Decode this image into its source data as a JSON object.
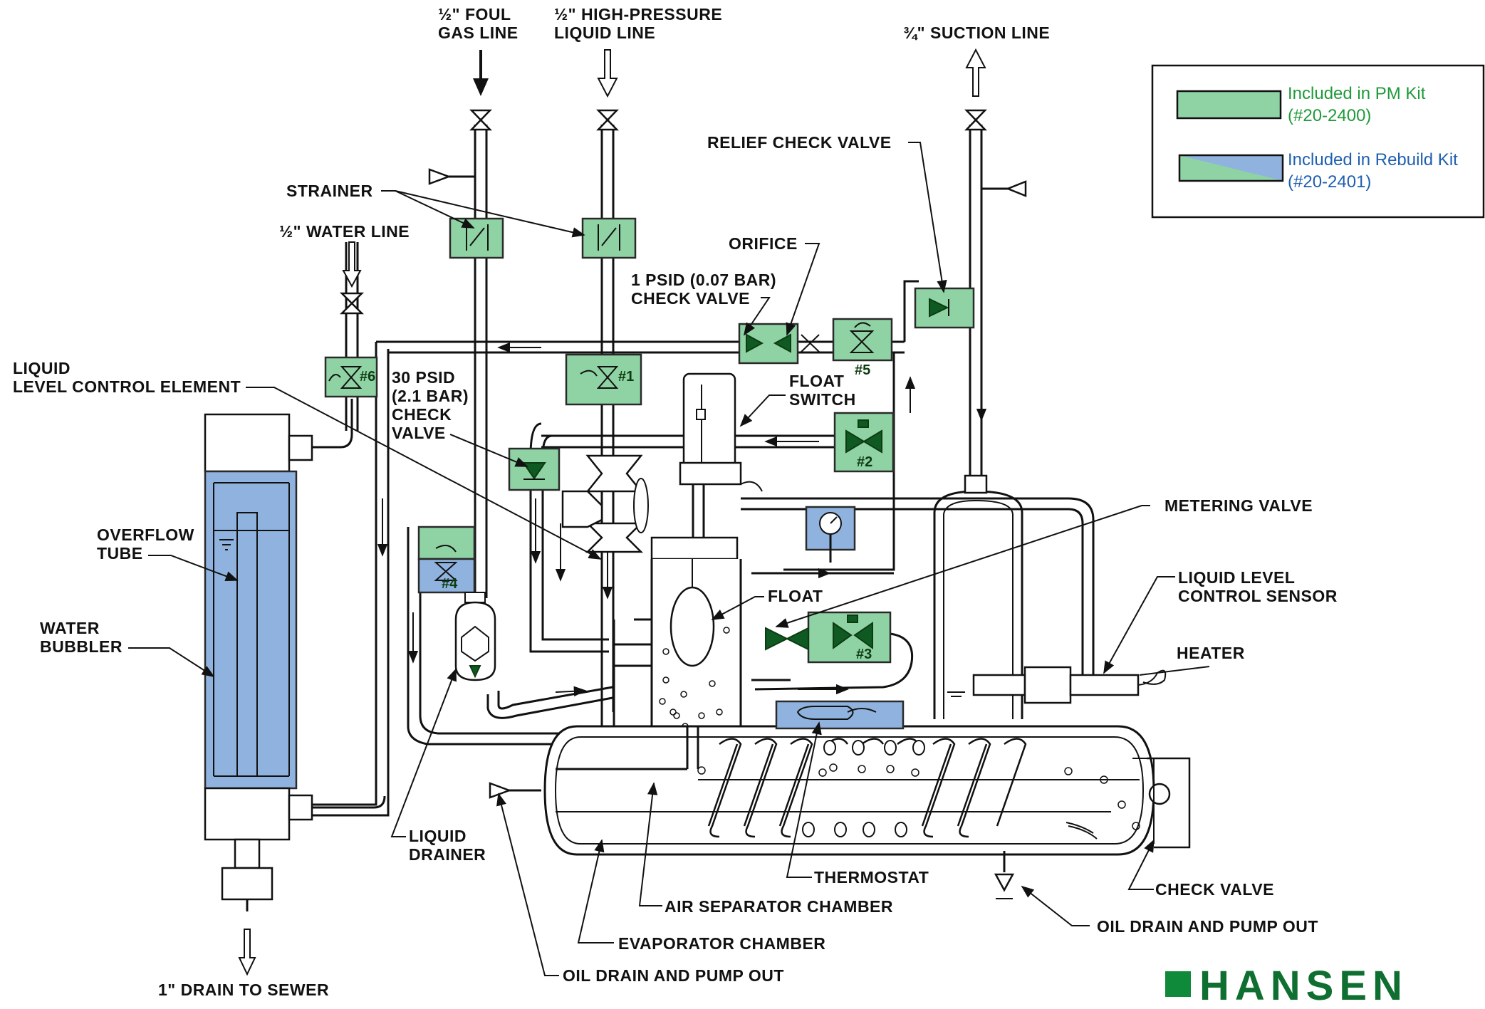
{
  "labels": {
    "foul_gas_line": [
      "½\" FOUL",
      "GAS LINE"
    ],
    "hp_liquid_line": [
      "½\" HIGH-PRESSURE",
      "LIQUID LINE"
    ],
    "suction_line": "¾\" SUCTION LINE",
    "relief_check_valve": "RELIEF CHECK VALVE",
    "strainer": "STRAINER",
    "water_line": "½\" WATER LINE",
    "orifice": "ORIFICE",
    "check_valve_1psid": [
      "1 PSID (0.07 BAR)",
      "CHECK VALVE"
    ],
    "liquid_level_control_element": [
      "LIQUID",
      "LEVEL CONTROL ELEMENT"
    ],
    "check_valve_30psid": [
      "30 PSID",
      "(2.1 BAR)",
      "CHECK",
      "VALVE"
    ],
    "float_switch": [
      "FLOAT",
      "SWITCH"
    ],
    "metering_valve": "METERING VALVE",
    "overflow_tube": [
      "OVERFLOW",
      "TUBE"
    ],
    "liquid_level_control_sensor": [
      "LIQUID LEVEL",
      "CONTROL SENSOR"
    ],
    "float": "FLOAT",
    "heater": "HEATER",
    "water_bubbler": [
      "WATER",
      "BUBBLER"
    ],
    "liquid_drainer": [
      "LIQUID",
      "DRAINER"
    ],
    "thermostat": "THERMOSTAT",
    "check_valve": "CHECK VALVE",
    "air_separator_chamber": "AIR SEPARATOR CHAMBER",
    "oil_drain_right": "OIL DRAIN AND PUMP OUT",
    "evaporator_chamber": "EVAPORATOR CHAMBER",
    "oil_drain_bottom": "OIL DRAIN AND PUMP OUT",
    "drain_to_sewer": "1\" DRAIN TO SEWER"
  },
  "valve_numbers": {
    "v1": "#1",
    "v2": "#2",
    "v3": "#3",
    "v4": "#4",
    "v5": "#5",
    "v6": "#6"
  },
  "legend": {
    "pm_kit": [
      "Included in PM Kit",
      "(#20-2400)"
    ],
    "rebuild_kit": [
      "Included in Rebuild Kit",
      "(#20-2401)"
    ],
    "pm_color": "#1f9a3a",
    "rebuild_color": "#1f5fb0",
    "pm_swatch": "#8fd3a4",
    "rebuild_swatch": "#8fb3de"
  },
  "logo": {
    "text": "HANSEN",
    "color": "#0f6f30"
  }
}
